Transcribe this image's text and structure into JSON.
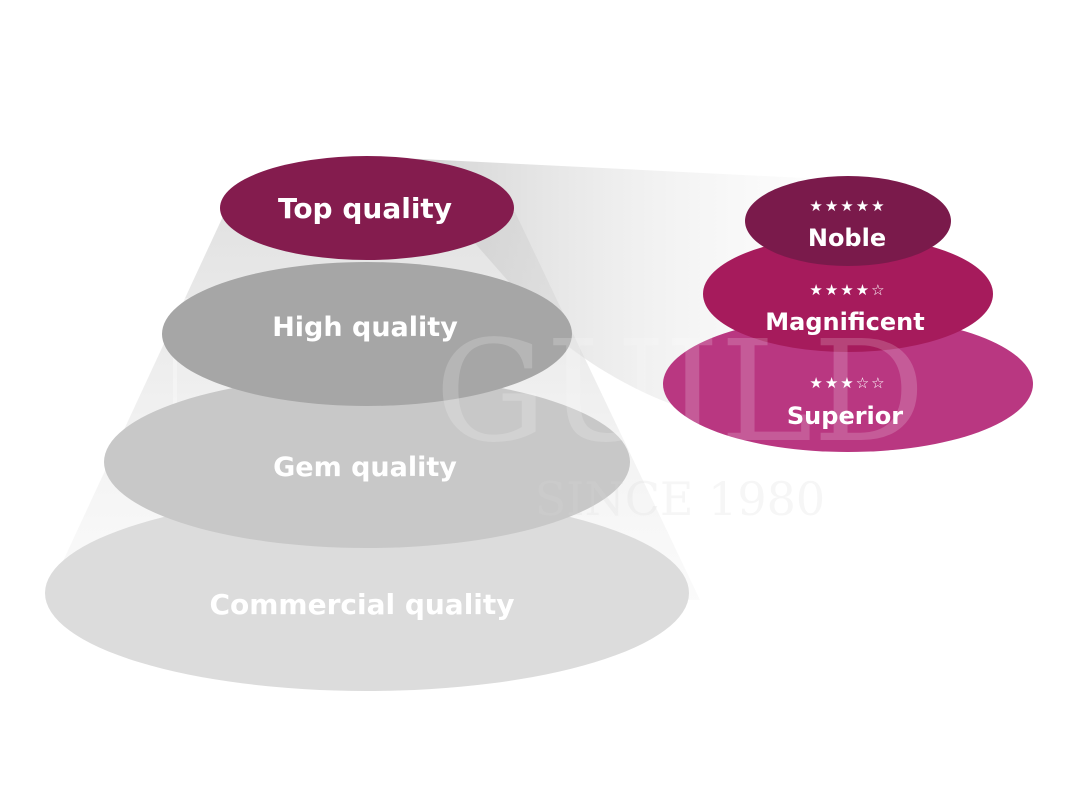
{
  "pyramid": {
    "tiers": [
      {
        "label": "Commercial quality",
        "color": "#dcdcdc"
      },
      {
        "label": "Gem quality",
        "color": "#c8c8c8"
      },
      {
        "label": "High quality",
        "color": "#a6a6a6"
      },
      {
        "label": "Top quality",
        "color": "#841c4e"
      }
    ]
  },
  "grades": [
    {
      "stars": "★★★★★",
      "label": "Noble",
      "color": "#7a1a4b"
    },
    {
      "stars": "★★★★☆",
      "label": "Magnificent",
      "color": "#a61b5c"
    },
    {
      "stars": "★★★☆☆",
      "label": "Superior",
      "color": "#b93781"
    }
  ],
  "watermark": {
    "name": "GUILD",
    "since": "SINCE 1980"
  }
}
